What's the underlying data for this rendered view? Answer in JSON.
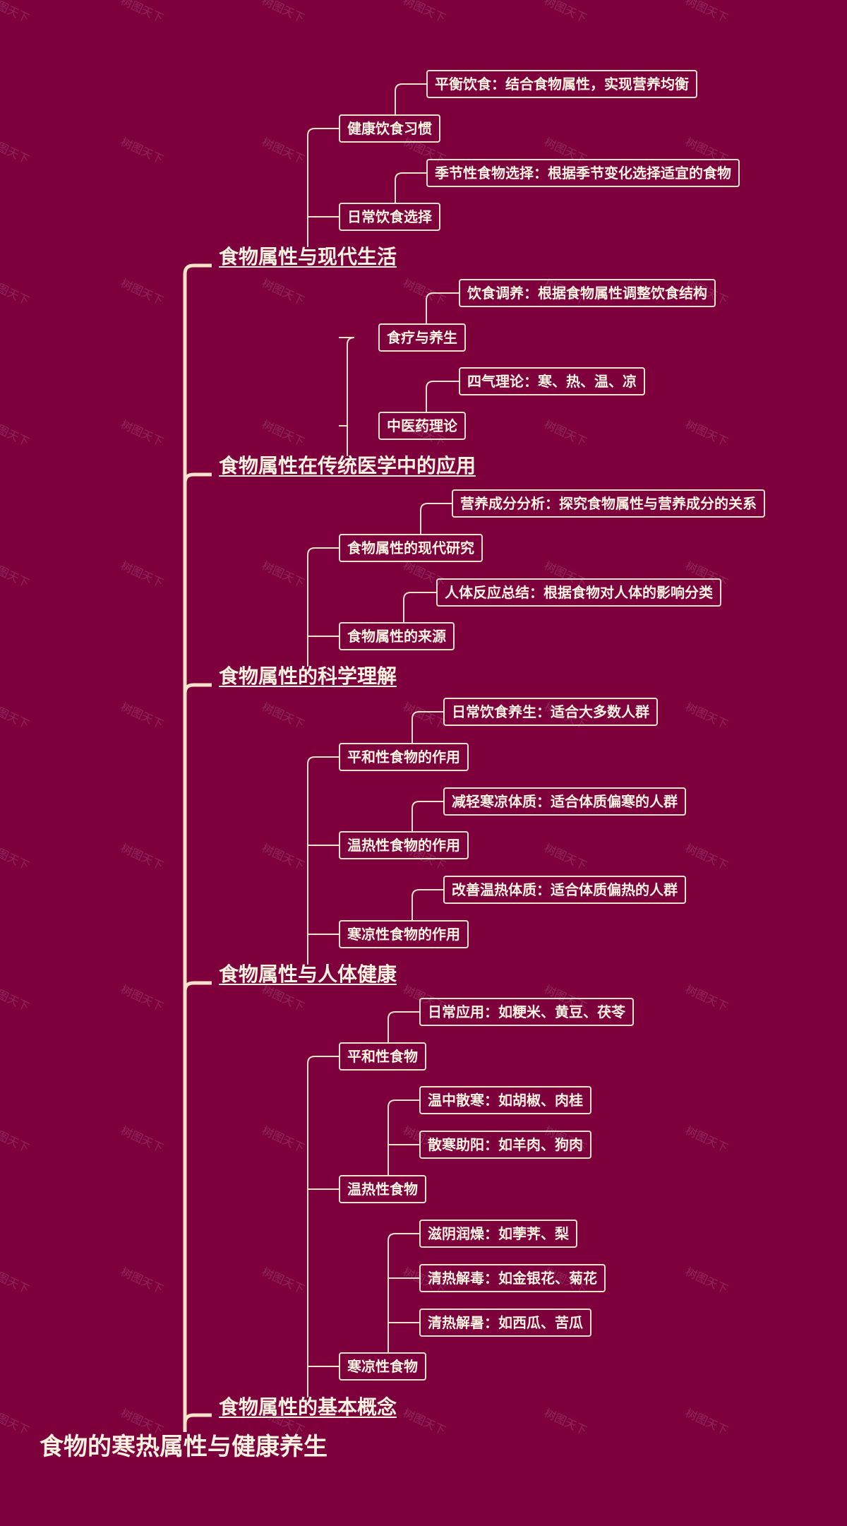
{
  "watermark": "树图天下",
  "root": "食物的寒热属性与健康养生",
  "branches": [
    {
      "label": "食物属性与现代生活",
      "children": [
        {
          "label": "健康饮食习惯",
          "items": [
            "平衡饮食：结合食物属性，实现营养均衡"
          ]
        },
        {
          "label": "日常饮食选择",
          "items": [
            "季节性食物选择：根据季节变化选择适宜的食物"
          ]
        }
      ]
    },
    {
      "label": "食物属性在传统医学中的应用",
      "children": [
        {
          "label": "食疗与养生",
          "items": [
            "饮食调养：根据食物属性调整饮食结构"
          ]
        },
        {
          "label": "中医药理论",
          "items": [
            "四气理论：寒、热、温、凉"
          ]
        }
      ]
    },
    {
      "label": "食物属性的科学理解",
      "children": [
        {
          "label": "食物属性的现代研究",
          "items": [
            "营养成分分析：探究食物属性与营养成分的关系"
          ]
        },
        {
          "label": "食物属性的来源",
          "items": [
            "人体反应总结：根据食物对人体的影响分类"
          ]
        }
      ]
    },
    {
      "label": "食物属性与人体健康",
      "children": [
        {
          "label": "平和性食物的作用",
          "items": [
            "日常饮食养生：适合大多数人群"
          ]
        },
        {
          "label": "温热性食物的作用",
          "items": [
            "减轻寒凉体质：适合体质偏寒的人群"
          ]
        },
        {
          "label": "寒凉性食物的作用",
          "items": [
            "改善温热体质：适合体质偏热的人群"
          ]
        }
      ]
    },
    {
      "label": "食物属性的基本概念",
      "children": [
        {
          "label": "平和性食物",
          "items": [
            "日常应用：如粳米、黄豆、茯苓"
          ]
        },
        {
          "label": "温热性食物",
          "items": [
            "温中散寒：如胡椒、肉桂",
            "散寒助阳：如羊肉、狗肉"
          ]
        },
        {
          "label": "寒凉性食物",
          "items": [
            "滋阴润燥：如荸荠、梨",
            "清热解毒：如金银花、菊花",
            "清热解暑：如西瓜、苦瓜"
          ]
        }
      ]
    }
  ]
}
